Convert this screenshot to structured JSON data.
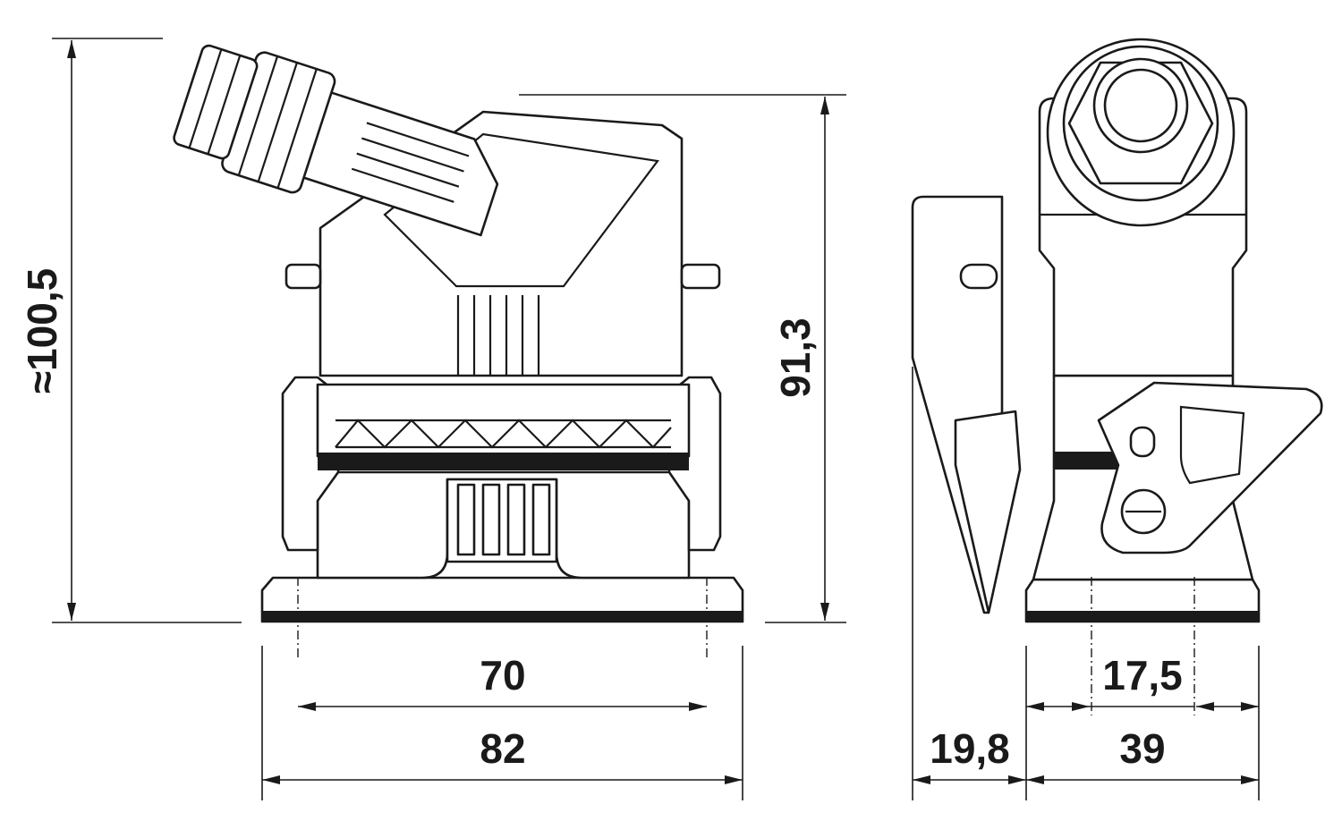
{
  "drawing": {
    "dimensions": {
      "overall_height": "≈100,5",
      "body_height": "91,3",
      "front_hole_spacing": "70",
      "front_width": "82",
      "side_flap_depth": "19,8",
      "side_hole_spacing": "17,5",
      "side_width": "39"
    }
  }
}
